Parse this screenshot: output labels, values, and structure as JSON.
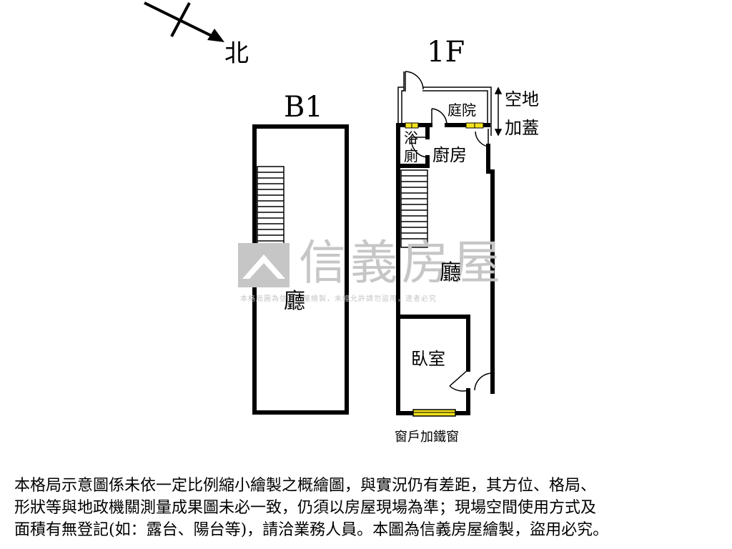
{
  "compass": {
    "label": "北"
  },
  "levels": {
    "b1": "B1",
    "f1": "1F"
  },
  "rooms": {
    "b1_hall": "廳",
    "f1_courtyard": "庭院",
    "f1_open_space_l1": "空地",
    "f1_open_space_l2": "加蓋",
    "f1_bath_l1": "浴",
    "f1_bath_l2": "廁",
    "f1_kitchen": "廚房",
    "f1_hall": "廳",
    "f1_bedroom": "臥室",
    "f1_window_note": "窗戶加鐵窗"
  },
  "watermark": {
    "brand": "信義房屋",
    "note": "本格局圖為信義房屋繪製，未經允許請勿盜用，違者必究"
  },
  "disclaimer": {
    "line1": "本格局示意圖係未依一定比例縮小繪製之概繪圖，與實況仍有差距，其方位、格局、",
    "line2": "形狀等與地政機關測量成果圖未必一致，仍須以房屋現場為準；現場空間使用方式及",
    "line3": "面積有無登記(如：露台、陽台等)，請洽業務人員。本圖為信義房屋繪製，盜用必究。"
  },
  "colors": {
    "wall": "#000000",
    "window": "#f2e21c",
    "watermark": "#c6c6c6"
  }
}
